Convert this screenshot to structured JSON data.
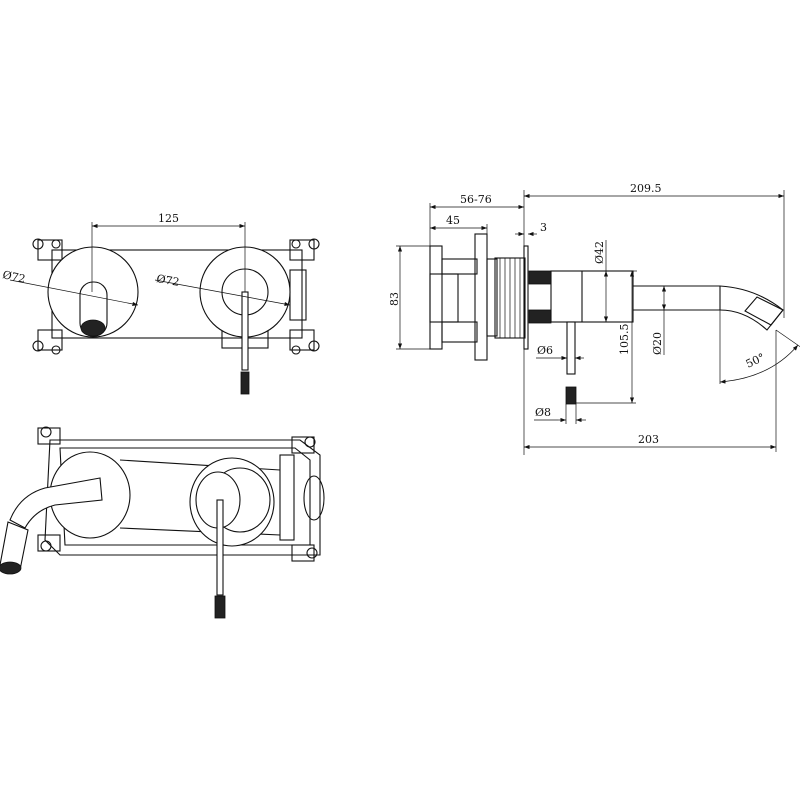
{
  "front_view": {
    "dim_width": "125",
    "dim_left_rosette": "Ø72",
    "dim_right_rosette": "Ø72"
  },
  "side_view": {
    "dim_overall_length": "209.5",
    "dim_wall_depth": "56-76",
    "dim_body_depth": "45",
    "dim_plate": "3",
    "dim_height": "83",
    "dim_rosette": "Ø42",
    "dim_lever_drop": "105.5",
    "dim_spout": "Ø20",
    "dim_lever": "Ø6",
    "dim_lever_tip": "Ø8",
    "dim_angle": "50°",
    "dim_projection": "203"
  }
}
